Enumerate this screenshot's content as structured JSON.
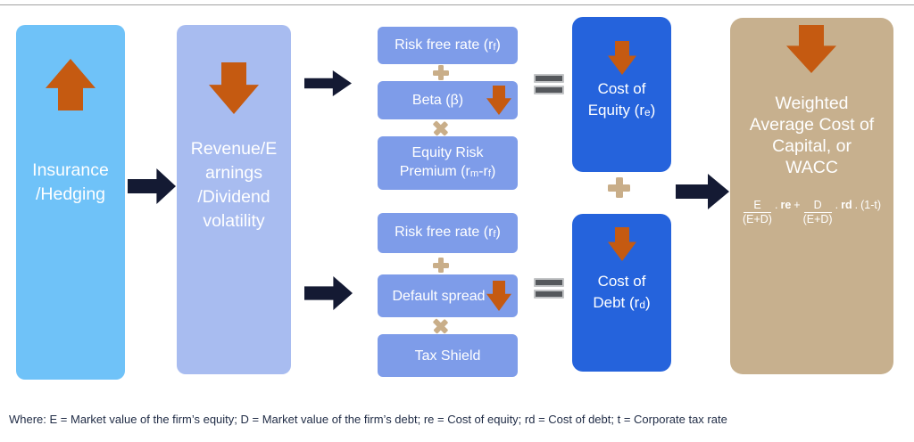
{
  "colors": {
    "light_blue": "#6FC2F8",
    "periwinkle": "#A8BCF0",
    "medium_blue": "#7E9CE9",
    "strong_blue": "#2563DC",
    "tan_box": "#C7B08E",
    "orange_arrow": "#C55A11",
    "navy_arrow": "#141A33",
    "equals_gray": "#55585C",
    "operator_tan": "#C9AE89",
    "caption_text": "#1F2B45"
  },
  "boxes": {
    "insurance": {
      "lines": [
        "Insurance",
        "/Hedging"
      ]
    },
    "revenue": {
      "lines": [
        "Revenue/E",
        "arnings",
        "/Dividend",
        "volatility"
      ]
    },
    "risk_free": {
      "pre": "Risk free rate (r",
      "sub": "f",
      "post": ")"
    },
    "beta": {
      "label": "Beta (β)"
    },
    "equity_risk": {
      "line1": "Equity Risk",
      "pre": "Premium (r",
      "sub1": "m",
      "mid": "-r",
      "sub2": "f",
      "post": ")"
    },
    "default_spread": {
      "label": "Default spread"
    },
    "tax_shield": {
      "label": "Tax Shield"
    },
    "cost_equity": {
      "line1": "Cost of",
      "pre": "Equity (r",
      "sub": "e",
      "post": ")"
    },
    "cost_debt": {
      "line1": "Cost of",
      "pre": "Debt (r",
      "sub": "d",
      "post": ")"
    },
    "wacc": {
      "lines": [
        "Weighted",
        "Average Cost of",
        "Capital, or",
        "WACC"
      ],
      "formula": {
        "num1": "E",
        "den1": "(E+D)",
        "dot1": ".",
        "re": "re",
        "plus": "+",
        "num2": "D",
        "den2": "(E+D)",
        "dot2": ".",
        "rd": "rd",
        "dot3": ".",
        "end": "(1-t)"
      }
    }
  },
  "caption": "Where: E = Market value of the firm’s equity; D = Market value of the firm’s debt; re = Cost of equity; rd = Cost of debt; t = Corporate tax rate"
}
